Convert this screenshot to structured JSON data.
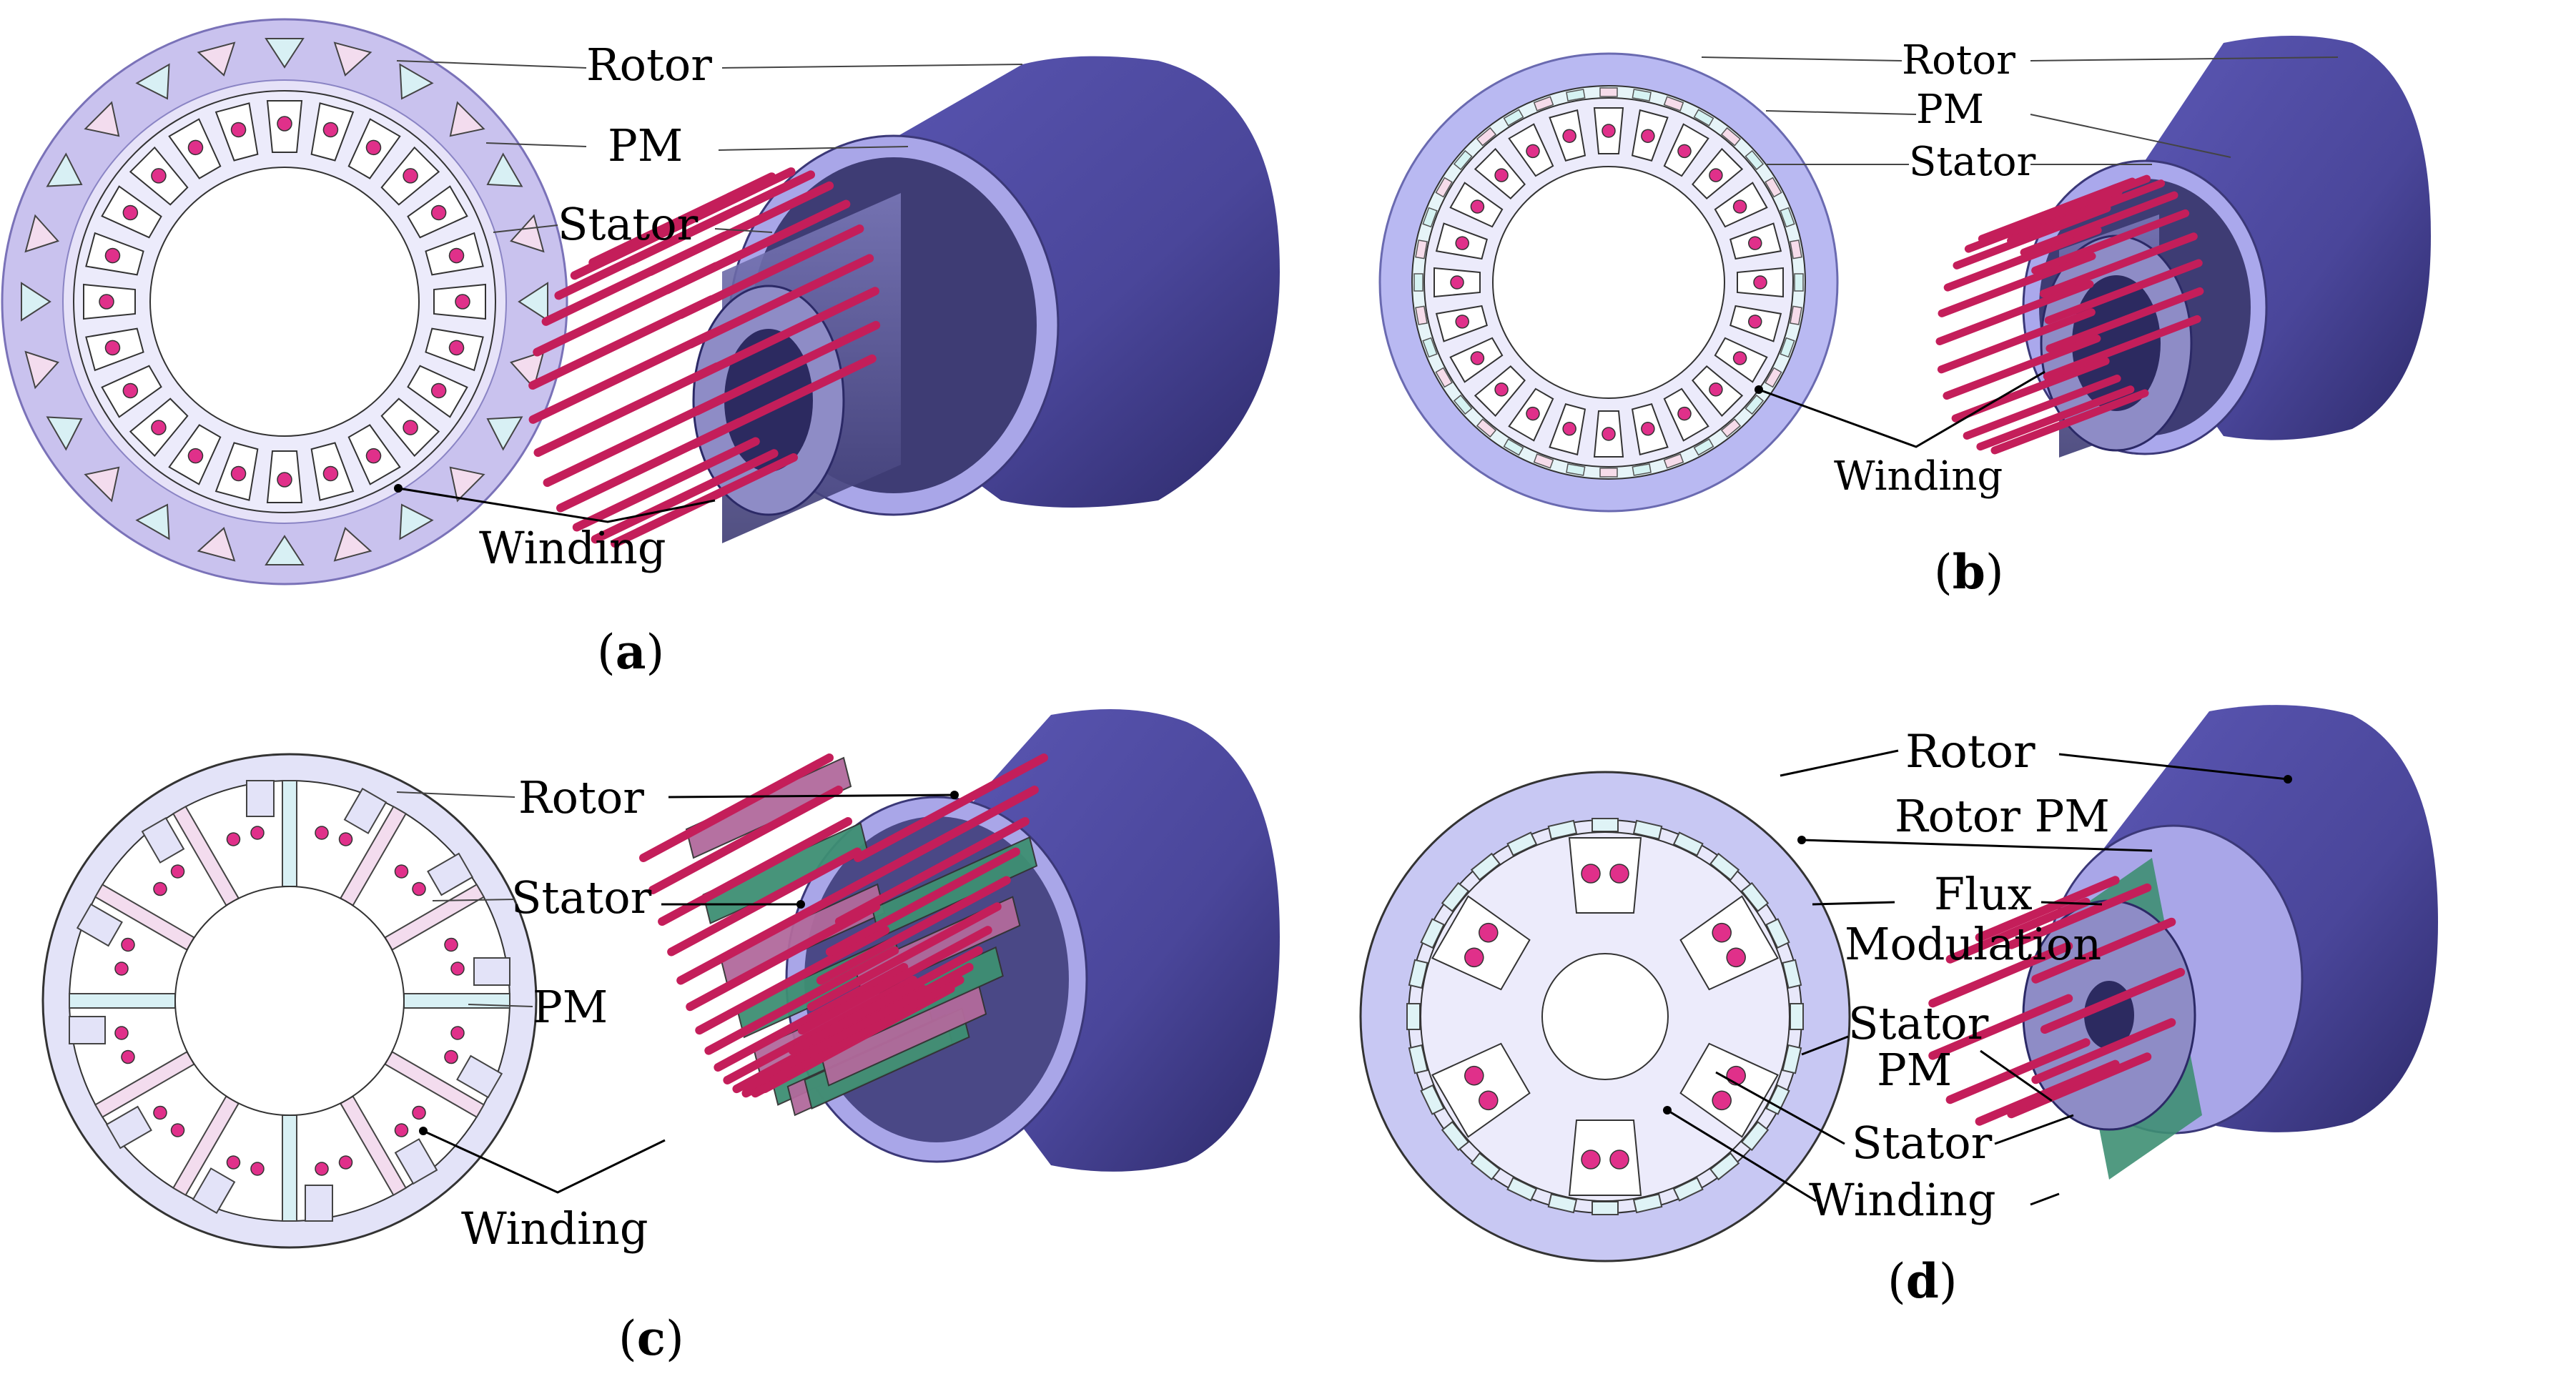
{
  "panels": [
    {
      "id": "a",
      "caption": "a",
      "labels": {
        "rotor": "Rotor",
        "pm": "PM",
        "stator": "Stator",
        "winding": "Winding"
      },
      "colors": {
        "rotor_ring": "#c9c2ee",
        "pm": "#e3d8f4",
        "stator": "#ecebfb",
        "winding": "#e0308a"
      }
    },
    {
      "id": "b",
      "caption": "b",
      "labels": {
        "rotor": "Rotor",
        "pm": "PM",
        "stator": "Stator",
        "winding": "Winding"
      },
      "colors": {
        "rotor_ring": "#b9b9f2",
        "pm": "#d9f3f3",
        "stator": "#ecebfb",
        "winding": "#e0308a"
      }
    },
    {
      "id": "c",
      "caption": "c",
      "labels": {
        "rotor": "Rotor",
        "stator": "Stator",
        "pm": "PM",
        "winding": "Winding"
      },
      "colors": {
        "rotor_ring": "#e3e3f8",
        "pm": "#f0d6ec",
        "stator": "#ecebfb",
        "winding": "#e0308a"
      }
    },
    {
      "id": "d",
      "caption": "d",
      "labels": {
        "rotor": "Rotor",
        "rotor_pm": "Rotor PM",
        "flux": "Flux",
        "modulation": "Modulation",
        "stator_pm_1": "Stator",
        "stator_pm_2": "PM",
        "stator": "Stator",
        "winding": "Winding"
      },
      "colors": {
        "rotor_ring": "#c8c8f3",
        "pm": "#dff3f6",
        "stator": "#ecebfb",
        "winding": "#e0308a"
      }
    }
  ],
  "palette": {
    "cylinder_body": "#4d4aa0",
    "cylinder_dark": "#2c2a6e",
    "cylinder_face": "#a9a6e8",
    "rod": "#c41e5a",
    "teeth": "#6e6e9c",
    "green_pm": "#3e8f73"
  }
}
